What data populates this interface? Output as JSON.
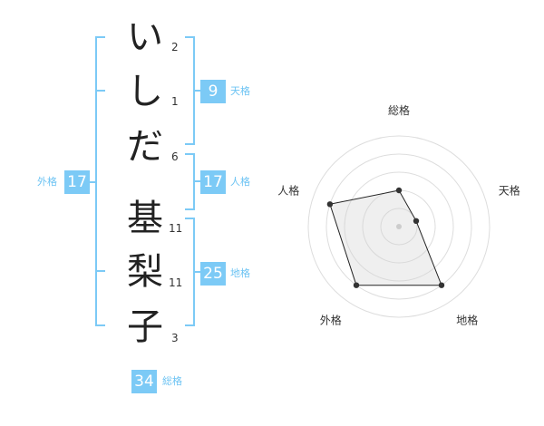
{
  "name_chars": [
    {
      "char": "い",
      "strokes": "2"
    },
    {
      "char": "し",
      "strokes": "1"
    },
    {
      "char": "だ",
      "strokes": "6"
    },
    {
      "char": "基",
      "strokes": "11"
    },
    {
      "char": "梨",
      "strokes": "11"
    },
    {
      "char": "子",
      "strokes": "3"
    }
  ],
  "fortunes": {
    "tenkaku": {
      "value": "9",
      "label": "天格"
    },
    "jinkaku": {
      "value": "17",
      "label": "人格"
    },
    "chikaku": {
      "value": "25",
      "label": "地格"
    },
    "gaikaku": {
      "value": "17",
      "label": "外格"
    },
    "soukaku": {
      "value": "34",
      "label": "総格"
    }
  },
  "colors": {
    "accent": "#7ccaf6",
    "accent_text": "#6cc3f3",
    "bracket": "#7ccaf6"
  },
  "chart_data": {
    "type": "radar",
    "axes": [
      "総格",
      "天格",
      "地格",
      "外格",
      "人格"
    ],
    "values": [
      2,
      1,
      4,
      4,
      4
    ],
    "max": 5,
    "rings": 5
  }
}
